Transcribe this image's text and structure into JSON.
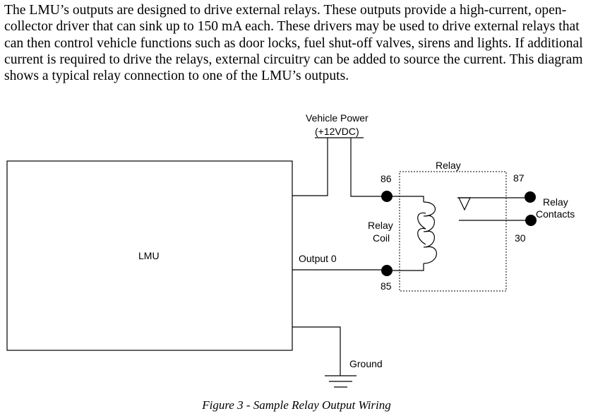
{
  "paragraph": "The LMU’s outputs are designed to drive external relays. These outputs provide a high-current, open-collector driver that can sink up to 150 mA each. These drivers may be used to drive external relays that can then control vehicle functions such as door locks, fuel shut-off valves, sirens and lights. If additional current is required to drive the relays, external circuitry can be added to source the current. This diagram shows a typical relay connection to one of the LMU’s outputs.",
  "diagram": {
    "vehicle_power_line1": "Vehicle Power",
    "vehicle_power_line2": "(+12VDC)",
    "lmu_label": "LMU",
    "relay_label": "Relay",
    "output_label": "Output 0",
    "pin_86": "86",
    "pin_85": "85",
    "pin_87": "87",
    "pin_30": "30",
    "coil_line1": "Relay",
    "coil_line2": "Coil",
    "contacts_line1": "Relay",
    "contacts_line2": "Contacts",
    "ground_label": "Ground"
  },
  "caption": "Figure 3 - Sample Relay Output Wiring"
}
